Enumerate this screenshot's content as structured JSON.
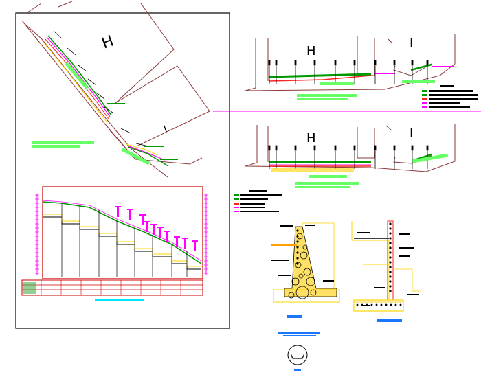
{
  "plan_labels": {
    "zone_h": "H",
    "zone_i": "I"
  },
  "colors": {
    "boundary": "#8b3a3a",
    "fill_green": "#66ff66",
    "magenta": "#ff00ff",
    "red": "#ff2020",
    "yellow": "#ffd400",
    "cyan": "#00e5ff",
    "blue": "#1a75ff",
    "black": "#000000"
  },
  "legend": {
    "rows": 5
  },
  "sections": {
    "count": 3
  }
}
